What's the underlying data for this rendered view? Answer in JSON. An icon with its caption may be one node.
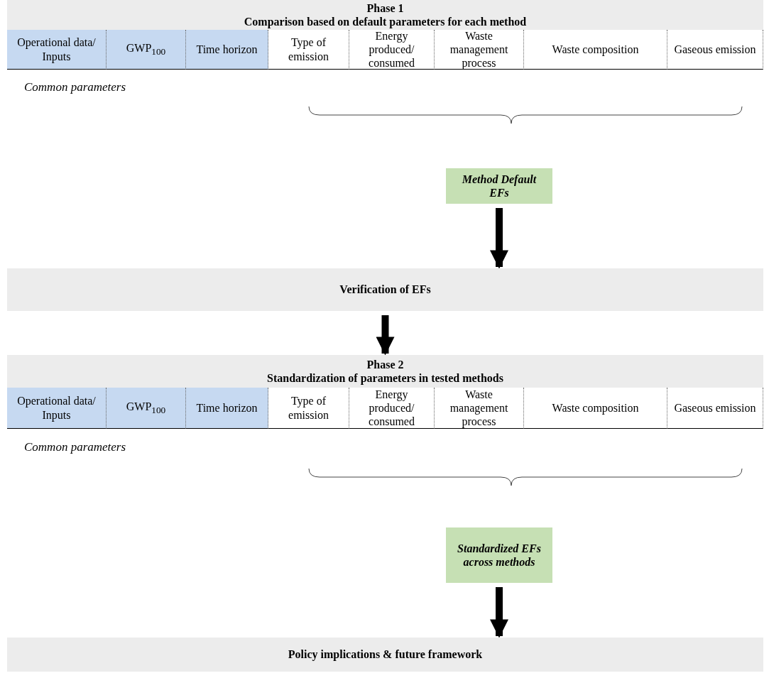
{
  "diagram": {
    "nodes": [
      {
        "text": [
          "Phase 1",
          "Comparison based on default parameters for each method"
        ]
      },
      {
        "text": [
          "Operational data/ Inputs"
        ]
      },
      {
        "text": [
          "GWP$_{100}$"
        ]
      },
      {
        "text": [
          "Time horizon"
        ]
      },
      {
        "text": [
          "Type of emission"
        ]
      },
      {
        "text": [
          "Energy produced/ consumed"
        ]
      },
      {
        "text": [
          "Waste management process"
        ]
      },
      {
        "text": [
          "Waste composition"
        ]
      },
      {
        "text": [
          "Gaseous emission"
        ]
      },
      {
        "text": [
          "Method Default EFs"
        ]
      },
      {
        "text": [
          "Verification of EFs"
        ]
      },
      {
        "text": [
          "Phase 2",
          "Standardization of parameters in tested methods"
        ]
      },
      {
        "text": [
          "Operational data/ Inputs"
        ]
      },
      {
        "text": [
          "GWP$_{100}$"
        ]
      },
      {
        "text": [
          "Time horizon"
        ]
      },
      {
        "text": [
          "Type of emission"
        ]
      },
      {
        "text": [
          "Energy produced/ consumed"
        ]
      },
      {
        "text": [
          "Waste management process"
        ]
      },
      {
        "text": [
          "Waste composition"
        ]
      },
      {
        "text": [
          "Gaseous emission"
        ]
      },
      {
        "text": [
          "Standardized EFs across methods"
        ]
      },
      {
        "text": [
          "Policy implications & future framework"
        ]
      }
    ],
    "edges": [
      {
        "from": 9,
        "to": 10,
        "arrow": "to"
      },
      {
        "from": 10,
        "to": 11,
        "arrow": "to"
      },
      {
        "from": 20,
        "to": 21,
        "arrow": "to"
      }
    ],
    "labels": [
      "Common parameters",
      "Common parameters"
    ]
  }
}
